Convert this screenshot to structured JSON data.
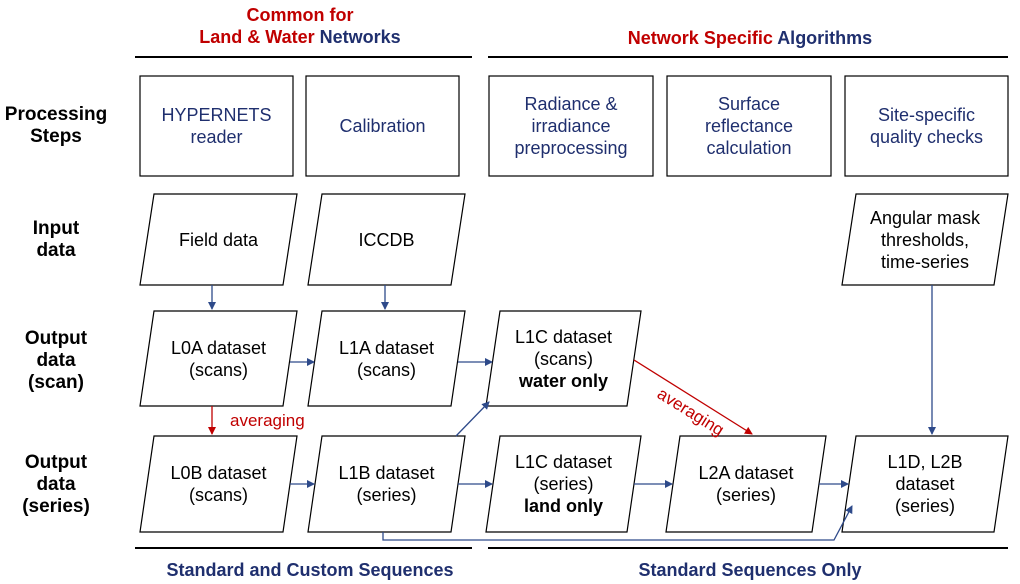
{
  "headers": {
    "common_line1": "Common for",
    "common_line2_red": "Land & Water",
    "common_line2_navy": "Networks",
    "specific_red": "Network Specific",
    "specific_navy": "Algorithms",
    "bottom_left": "Standard and Custom Sequences",
    "bottom_right": "Standard Sequences Only"
  },
  "row_labels": {
    "processing": [
      "Processing",
      "Steps"
    ],
    "input": [
      "Input",
      "data"
    ],
    "output_scan": [
      "Output",
      "data",
      "(scan)"
    ],
    "output_series": [
      "Output",
      "data",
      "(series)"
    ]
  },
  "processing_steps": {
    "reader": [
      "HYPERNETS",
      "reader"
    ],
    "calibration": [
      "Calibration"
    ],
    "radiance": [
      "Radiance &",
      "irradiance",
      "preprocessing"
    ],
    "reflectance": [
      "Surface",
      "reflectance",
      "calculation"
    ],
    "quality": [
      "Site-specific",
      "quality checks"
    ]
  },
  "inputs": {
    "field": [
      "Field data"
    ],
    "iccdb": [
      "ICCDB"
    ],
    "angular": [
      "Angular mask",
      "thresholds,",
      "time-series"
    ]
  },
  "outputs": {
    "l0a": [
      "L0A dataset",
      "(scans)"
    ],
    "l1a": [
      "L1A dataset",
      "(scans)"
    ],
    "l1c_scans": [
      "L1C dataset",
      "(scans)"
    ],
    "l1c_scans_note": "water only",
    "l0b": [
      "L0B dataset",
      "(scans)"
    ],
    "l1b": [
      "L1B dataset",
      "(series)"
    ],
    "l1c_series": [
      "L1C dataset",
      "(series)"
    ],
    "l1c_series_note": "land only",
    "l2a": [
      "L2A dataset",
      "(series)"
    ],
    "l1d": [
      "L1D, L2B",
      "dataset",
      "(series)"
    ]
  },
  "arrow_labels": {
    "averaging_left": "averaging",
    "averaging_right": "averaging"
  },
  "colors": {
    "navy": "#1f2f6e",
    "red": "#c00000",
    "arrow": "#2e4a8a"
  }
}
